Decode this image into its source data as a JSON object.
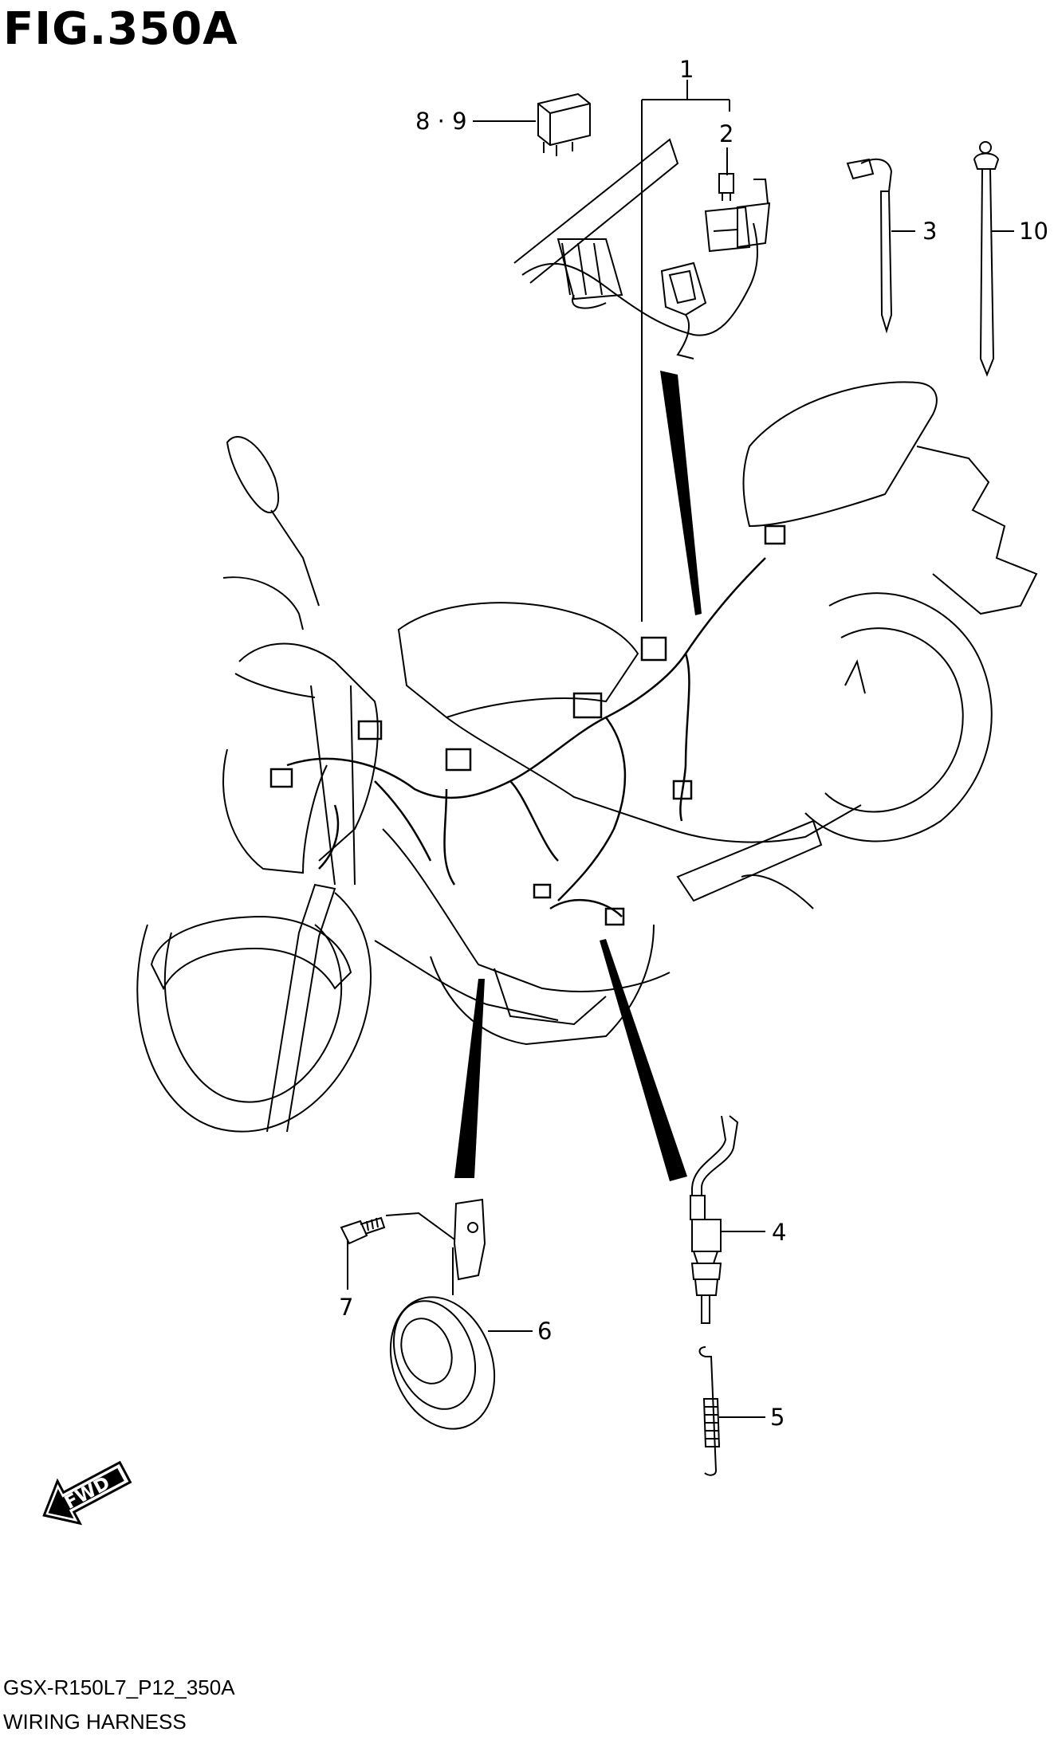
{
  "figure": {
    "title": "FIG.350A",
    "code": "GSX-R150L7_P12_350A",
    "name": "WIRING HARNESS"
  },
  "direction_marker": {
    "label": "FWD",
    "icon": "fwd-arrow-icon"
  },
  "callouts": [
    {
      "id": "c1",
      "label": "1"
    },
    {
      "id": "c2",
      "label": "2"
    },
    {
      "id": "c3",
      "label": "3"
    },
    {
      "id": "c4",
      "label": "4"
    },
    {
      "id": "c5",
      "label": "5"
    },
    {
      "id": "c6",
      "label": "6"
    },
    {
      "id": "c7",
      "label": "7"
    },
    {
      "id": "c89",
      "label": "8 · 9"
    },
    {
      "id": "c10",
      "label": "10"
    }
  ],
  "colors": {
    "line": "#000000",
    "background": "#ffffff"
  }
}
